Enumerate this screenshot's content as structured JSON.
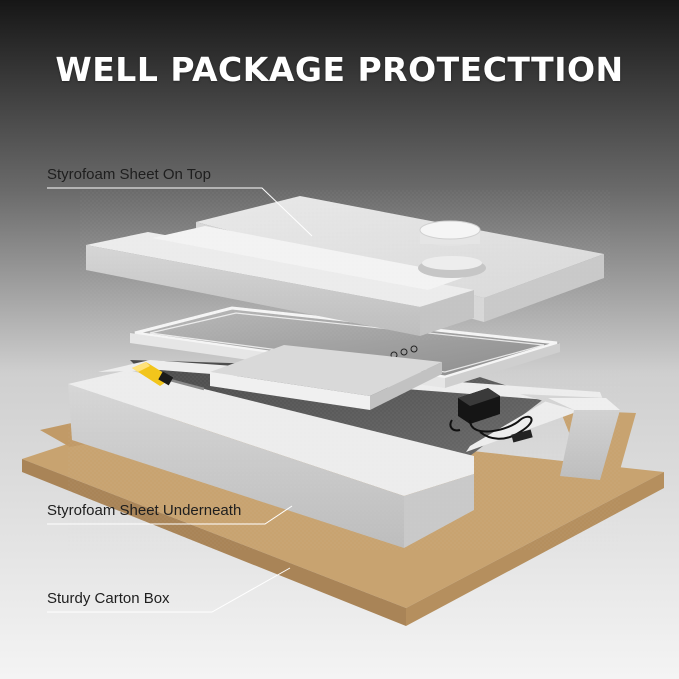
{
  "title": "WELL PACKAGE PROTECTTION",
  "labels": {
    "top": "Styrofoam Sheet On Top",
    "underneath": "Styrofoam Sheet Underneath",
    "carton": "Sturdy Carton Box"
  },
  "colors": {
    "background_top": "#1b1b1b",
    "background_bottom": "#f3f3f3",
    "foam": "#e2e2e2",
    "carton": "#c59f6e",
    "title_text": "#ffffff"
  }
}
